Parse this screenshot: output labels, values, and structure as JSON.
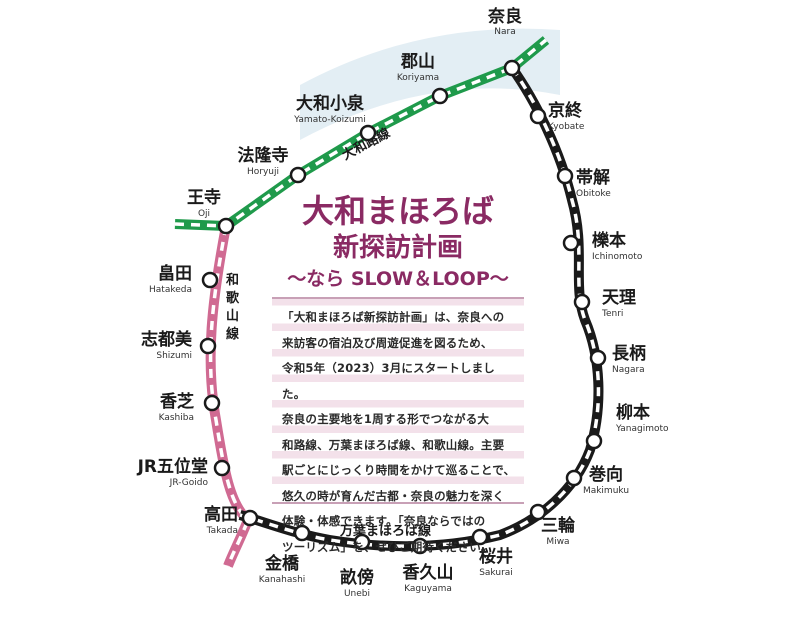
{
  "title": {
    "line1": "大和まほろば",
    "line2": "新探訪計画",
    "line3": "～なら SLOW＆LOOP～",
    "color": "#8a2a63"
  },
  "description": [
    "「大和まほろば新探訪計画」は、奈良への",
    "来訪客の宿泊及び周遊促進を図るため、",
    "令和5年（2023）3月にスタートしました。",
    "奈良の主要地を1周する形でつながる大",
    "和路線、万葉まほろば線、和歌山線。主要",
    "駅ごとにじっくり時間をかけて巡ることで、",
    "悠久の時が育んだ古都・奈良の魅力を深く",
    "体験・体感できます。「奈良ならではの",
    "ツーリズム」を、ぜひご期待ください。"
  ],
  "lines": {
    "yamatoji": {
      "label": "大和路線",
      "color": "#1f9a4b"
    },
    "manyo": {
      "label": "万葉まほろば線",
      "color": "#1a1a1a"
    },
    "wakayama": {
      "label": "和歌山線",
      "color": "#d06a92"
    }
  },
  "stations": [
    {
      "id": "nara",
      "jp": "奈良",
      "en": "Nara"
    },
    {
      "id": "koriyama",
      "jp": "郡山",
      "en": "Koriyama"
    },
    {
      "id": "yamato-koizumi",
      "jp": "大和小泉",
      "en": "Yamato-Koizumi"
    },
    {
      "id": "horyuji",
      "jp": "法隆寺",
      "en": "Horyuji"
    },
    {
      "id": "oji",
      "jp": "王寺",
      "en": "Oji"
    },
    {
      "id": "hatakeda",
      "jp": "畠田",
      "en": "Hatakeda"
    },
    {
      "id": "shizumi",
      "jp": "志都美",
      "en": "Shizumi"
    },
    {
      "id": "kashiba",
      "jp": "香芝",
      "en": "Kashiba"
    },
    {
      "id": "jr-goido",
      "jp": "JR五位堂",
      "en": "JR-Goido"
    },
    {
      "id": "takada",
      "jp": "高田",
      "en": "Takada"
    },
    {
      "id": "kanahashi",
      "jp": "金橋",
      "en": "Kanahashi"
    },
    {
      "id": "unebi",
      "jp": "畝傍",
      "en": "Unebi"
    },
    {
      "id": "kaguyama",
      "jp": "香久山",
      "en": "Kaguyama"
    },
    {
      "id": "sakurai",
      "jp": "桜井",
      "en": "Sakurai"
    },
    {
      "id": "miwa",
      "jp": "三輪",
      "en": "Miwa"
    },
    {
      "id": "makimuku",
      "jp": "巻向",
      "en": "Makimuku"
    },
    {
      "id": "yanagimoto",
      "jp": "柳本",
      "en": "Yanagimoto"
    },
    {
      "id": "nagara",
      "jp": "長柄",
      "en": "Nagara"
    },
    {
      "id": "tenri",
      "jp": "天理",
      "en": "Tenri"
    },
    {
      "id": "ichinomoto",
      "jp": "櫟本",
      "en": "Ichinomoto"
    },
    {
      "id": "obitoke",
      "jp": "帯解",
      "en": "Obitoke"
    },
    {
      "id": "kyobate",
      "jp": "京終",
      "en": "Kyobate"
    }
  ]
}
